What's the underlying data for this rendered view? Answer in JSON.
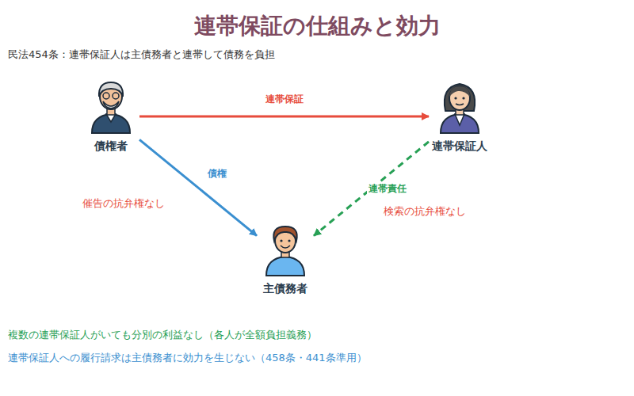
{
  "diagram": {
    "title": "連帯保証の仕組みと効力",
    "nodes": [
      {
        "text": [
          "債権者"
        ]
      },
      {
        "text": [
          "連帯保証人"
        ]
      },
      {
        "text": [
          "主債務者"
        ]
      }
    ],
    "edges": [
      {
        "from": 0,
        "to": 1,
        "label": "連帯保証",
        "arrow": "to"
      },
      {
        "from": 0,
        "to": 2,
        "label": "債権",
        "arrow": "to"
      },
      {
        "from": 1,
        "to": 2,
        "label": "連帯責任",
        "arrow": "to"
      }
    ],
    "labels": [
      "民法454条：連帯保証人は主債務者と連帯して債務を負担",
      "催告の抗弁権なし",
      "検索の抗弁権なし",
      "複数の連帯保証人がいても分別の利益なし（各人が全額負担義務）",
      "連帯保証人への履行請求は主債務者に効力を生じない（458条・441条準用）"
    ]
  }
}
